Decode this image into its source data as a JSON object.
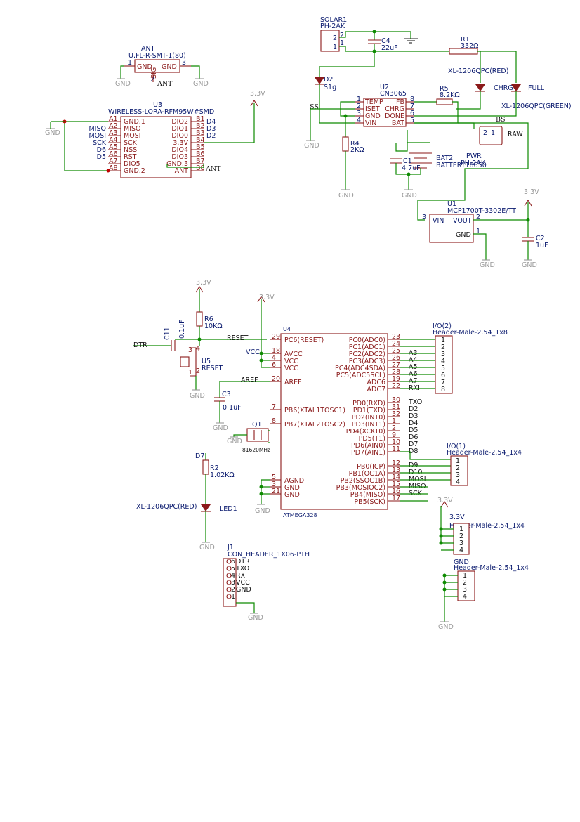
{
  "components": {
    "solar1": {
      "name": "SOLAR1",
      "value": "PH-2AK",
      "pins": [
        "2",
        "1"
      ]
    },
    "c4": {
      "name": "C4",
      "value": "22uF"
    },
    "r1": {
      "name": "R1",
      "value": "332Ω"
    },
    "led_chrg": {
      "value": "XL-1206QPC(RED)",
      "net": "CHRG"
    },
    "led_full": {
      "net": "FULL",
      "value": "XL-1206QPC(GREEN)"
    },
    "ant": {
      "name": "ANT",
      "value": "U.FL-R-SMT-1(80)",
      "pins": [
        "1",
        "GND",
        "SIG",
        "GND",
        "3",
        "2"
      ],
      "net": "ANT"
    },
    "d2": {
      "name": "D2",
      "value": "S1g"
    },
    "u2": {
      "name": "U2",
      "value": "CN3065",
      "left_pins": [
        {
          "n": "1",
          "l": "TEMP"
        },
        {
          "n": "2",
          "l": "ISET"
        },
        {
          "n": "3",
          "l": "GND"
        },
        {
          "n": "4",
          "l": "VIN"
        }
      ],
      "right_pins": [
        {
          "n": "8",
          "l": "FB"
        },
        {
          "n": "7",
          "l": "CHRG"
        },
        {
          "n": "6",
          "l": "DONE"
        },
        {
          "n": "5",
          "l": "BAT"
        }
      ]
    },
    "r5": {
      "name": "R5",
      "value": "8.2KΩ"
    },
    "r4": {
      "name": "R4",
      "value": "2KΩ"
    },
    "raw": {
      "net": "BS",
      "label": "RAW",
      "pins": [
        "2",
        "1"
      ]
    },
    "bat2": {
      "name": "BAT2",
      "value": "BATTERY18650"
    },
    "c1": {
      "name": "C1",
      "value": "4.7uF"
    },
    "pwr": {
      "name": "PWR",
      "value": "PH-2AK"
    },
    "u3": {
      "name": "U3",
      "value": "WIRELESS-LORA-RFM95W#SMD",
      "left_pins": [
        {
          "n": "A1",
          "l": "GND.1"
        },
        {
          "n": "A2",
          "l": "MISO"
        },
        {
          "n": "A3",
          "l": "MOSI"
        },
        {
          "n": "A4",
          "l": "SCK"
        },
        {
          "n": "A5",
          "l": "NSS"
        },
        {
          "n": "A6",
          "l": "RST"
        },
        {
          "n": "A7",
          "l": "DIO5"
        },
        {
          "n": "A8",
          "l": "GND.2"
        }
      ],
      "right_pins": [
        {
          "n": "B1",
          "l": "DIO2"
        },
        {
          "n": "B2",
          "l": "DIO1"
        },
        {
          "n": "B3",
          "l": "DIO0"
        },
        {
          "n": "B4",
          "l": "3.3V"
        },
        {
          "n": "B5",
          "l": "DIO4"
        },
        {
          "n": "B6",
          "l": "DIO3"
        },
        {
          "n": "B7",
          "l": "GND.3"
        },
        {
          "n": "B8",
          "l": "ANT"
        }
      ],
      "left_nets": [
        "",
        "MISO",
        "MOSI",
        "SCK",
        "D6",
        "D5"
      ],
      "right_nets": [
        "D4",
        "D3",
        "D2"
      ]
    },
    "u1": {
      "name": "U1",
      "value": "MCP1700T-3302E/TT",
      "pins": {
        "vin": "VIN",
        "vout": "VOUT",
        "gnd": "GND",
        "n3": "3",
        "n2": "2",
        "n1": "1"
      }
    },
    "c2": {
      "name": "C2",
      "value": "1uF"
    },
    "r6": {
      "name": "R6",
      "value": "10KΩ"
    },
    "c11": {
      "name": "C11",
      "value": "0.1uF"
    },
    "u5": {
      "name": "U5",
      "value": "RESET",
      "pins": [
        "3",
        "4",
        "1",
        "2"
      ]
    },
    "c3": {
      "name": "C3",
      "value": "0.1uF"
    },
    "q1": {
      "name": "Q1",
      "value": "81620MHz"
    },
    "d7": {
      "name": "D7"
    },
    "r2": {
      "name": "R2",
      "value": "1.02KΩ"
    },
    "led1": {
      "name": "LED1",
      "value": "XL-1206QPC(RED)"
    },
    "u4": {
      "name": "U4",
      "value": "ATMEGA328",
      "left_pins": [
        {
          "n": "29",
          "l": "PC6(RESET)"
        },
        {
          "n": "18",
          "l": "AVCC"
        },
        {
          "n": "4",
          "l": "VCC"
        },
        {
          "n": "6",
          "l": "VCC"
        },
        {
          "n": "20",
          "l": "AREF"
        },
        {
          "n": "7",
          "l": "PB6(XTAL1TOSC1)"
        },
        {
          "n": "8",
          "l": "PB7(XTAL2TOSC2)"
        },
        {
          "n": "5",
          "l": "AGND"
        },
        {
          "n": "3",
          "l": "GND"
        },
        {
          "n": "21",
          "l": "GND"
        }
      ],
      "right_pins": [
        {
          "n": "23",
          "l": "PC0(ADC0)"
        },
        {
          "n": "24",
          "l": "PC1(ADC1)"
        },
        {
          "n": "25",
          "l": "PC2(ADC2)"
        },
        {
          "n": "26",
          "l": "PC3(ADC3)"
        },
        {
          "n": "27",
          "l": "PC4(ADC4SDA)"
        },
        {
          "n": "28",
          "l": "PC5(ADC5SCL)"
        },
        {
          "n": "19",
          "l": "ADC6"
        },
        {
          "n": "22",
          "l": "ADC7"
        },
        {
          "n": "30",
          "l": "PD0(RXD)"
        },
        {
          "n": "31",
          "l": "PD1(TXD)"
        },
        {
          "n": "32",
          "l": "PD2(INT0)"
        },
        {
          "n": "1",
          "l": "PD3(INT1)"
        },
        {
          "n": "2",
          "l": "PD4(XCKT0)"
        },
        {
          "n": "9",
          "l": "PD5(T1)"
        },
        {
          "n": "10",
          "l": "PD6(AIN0)"
        },
        {
          "n": "11",
          "l": "PD7(AIN1)"
        },
        {
          "n": "12",
          "l": "PB0(ICP)"
        },
        {
          "n": "13",
          "l": "PB1(OC1A)"
        },
        {
          "n": "14",
          "l": "PB2(SSOC1B)"
        },
        {
          "n": "15",
          "l": "PB3(MOSIOC2)"
        },
        {
          "n": "16",
          "l": "PB4(MISO)"
        },
        {
          "n": "17",
          "l": "PB5(SCK)"
        }
      ],
      "right_nets": [
        "",
        "",
        "A3",
        "A4",
        "A5",
        "A6",
        "A7",
        "RXI",
        "TXO",
        "D2",
        "D3",
        "D4",
        "D5",
        "D6",
        "D7",
        "D8",
        "D9",
        "D10",
        "MOSI",
        "MISO",
        "SCK"
      ]
    },
    "io2": {
      "name": "I/O(2)",
      "value": "Header-Male-2.54_1x8",
      "pins": [
        "1",
        "2",
        "3",
        "4",
        "5",
        "6",
        "7",
        "8"
      ]
    },
    "io1": {
      "name": "I/O(1)",
      "value": "Header-Male-2.54_1x4",
      "pins": [
        "1",
        "2",
        "3",
        "4"
      ]
    },
    "h33": {
      "name": "3.3V",
      "value": "Header-Male-2.54_1x4",
      "pins": [
        "1",
        "2",
        "3",
        "4"
      ]
    },
    "hgnd": {
      "name": "GND",
      "value": "Header-Male-2.54_1x4",
      "pins": [
        "1",
        "2",
        "3",
        "4"
      ]
    },
    "j1": {
      "name": "J1",
      "value": "CON_HEADER_1X06-PTH",
      "pins": [
        "6",
        "5",
        "4",
        "3",
        "2",
        "1"
      ],
      "labels": [
        "DTR",
        "TXO",
        "RXI",
        "VCC",
        "GND"
      ]
    }
  },
  "nets": {
    "ss": "SS",
    "reset": "RESET",
    "dtr": "DTR",
    "vcc": "VCC",
    "aref": "AREF",
    "gnd": "GND",
    "v33": "3.3V"
  }
}
